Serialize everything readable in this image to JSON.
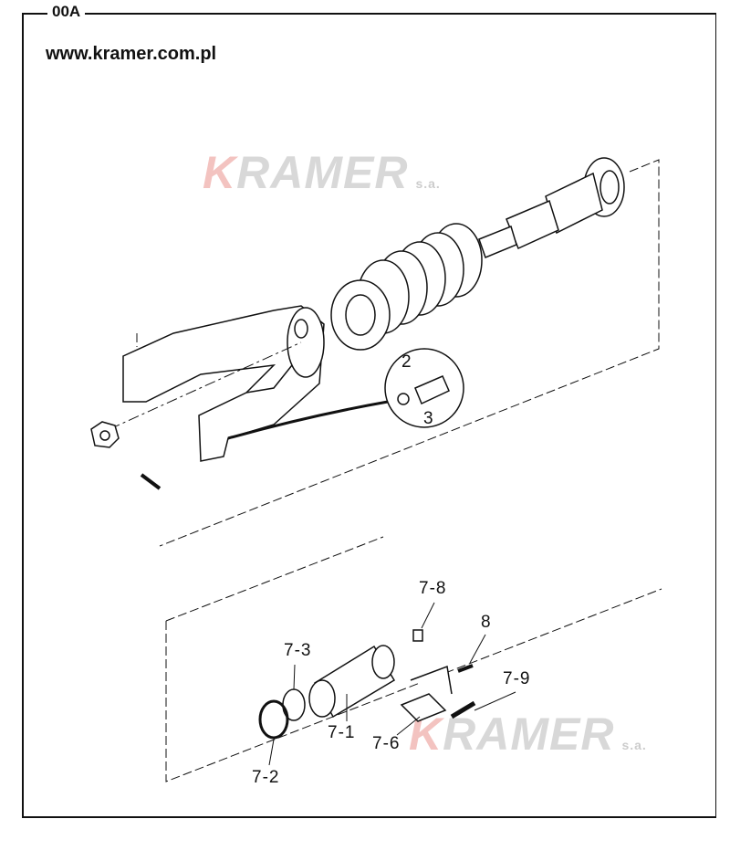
{
  "sheet": {
    "code": "00A",
    "url": "www.kramer.com.pl"
  },
  "watermark": {
    "brand_initial": "K",
    "brand_rest": "RAMER",
    "suffix": "s.a."
  },
  "callouts": [
    "2",
    "3",
    "7-8",
    "8",
    "7-3",
    "7-9",
    "7-1",
    "7-6",
    "7-2"
  ]
}
